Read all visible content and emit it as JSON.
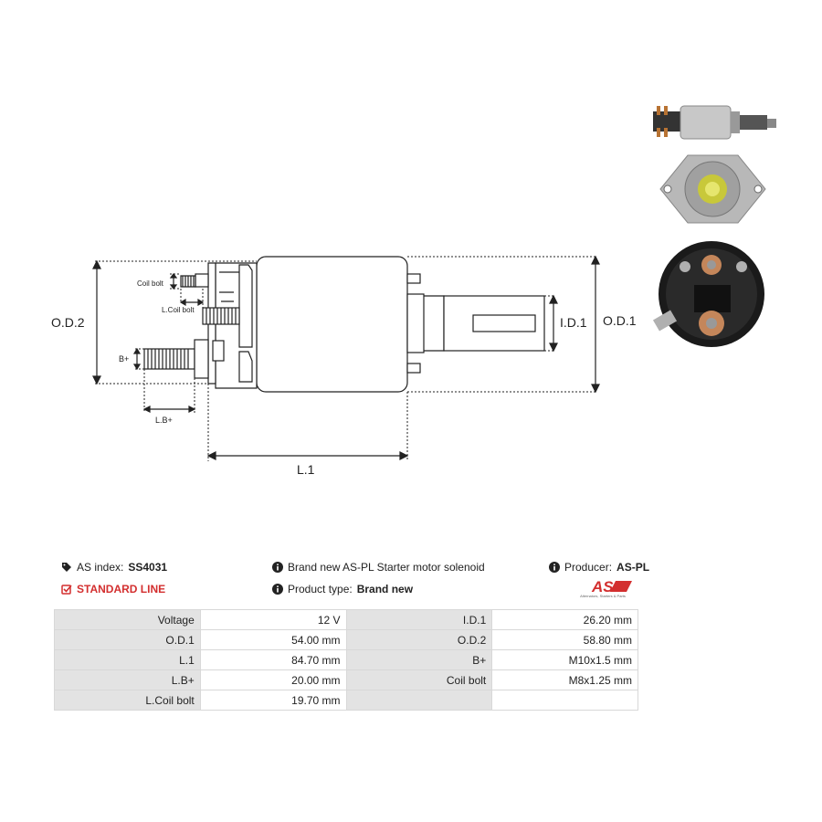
{
  "diagram": {
    "labels": {
      "od2": "O.D.2",
      "od1": "O.D.1",
      "id1": "I.D.1",
      "l1": "L.1",
      "lb": "L.B+",
      "bplus": "B+",
      "coil_bolt": "Coil bolt",
      "l_coil_bolt": "L.Coil bolt"
    }
  },
  "info": {
    "as_index_label": "AS index:",
    "as_index_value": "SS4031",
    "description": "Brand new AS-PL Starter motor solenoid",
    "producer_label": "Producer:",
    "producer_value": "AS-PL",
    "line": "STANDARD LINE",
    "product_type_label": "Product type:",
    "product_type_value": "Brand new",
    "logo_text": "AS",
    "logo_tagline": "Alternators, Starters & Parts"
  },
  "specs": [
    [
      "Voltage",
      "12 V",
      "I.D.1",
      "26.20 mm"
    ],
    [
      "O.D.1",
      "54.00 mm",
      "O.D.2",
      "58.80 mm"
    ],
    [
      "L.1",
      "84.70 mm",
      "B+",
      "M10x1.5 mm"
    ],
    [
      "L.B+",
      "20.00 mm",
      "Coil bolt",
      "M8x1.25 mm"
    ],
    [
      "L.Coil bolt",
      "19.70 mm",
      "",
      ""
    ]
  ],
  "colors": {
    "accent_red": "#d32f2f",
    "table_key_bg": "#e3e3e3",
    "line": "#222222"
  }
}
